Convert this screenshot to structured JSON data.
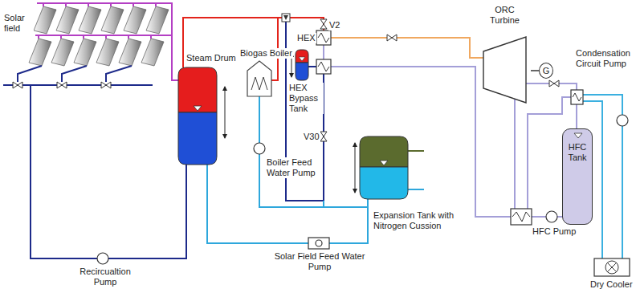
{
  "diagram": {
    "nodes": [
      {
        "text": [
          "ORC Turbine"
        ]
      },
      {
        "text": [
          "G"
        ]
      },
      {
        "text": [
          "HFC Tank"
        ]
      }
    ],
    "edges": [
      {
        "from": 0,
        "to": 1,
        "arrow": "none"
      }
    ],
    "labels": [
      "Solar field",
      "Steam Drum",
      "Biogas Boiler",
      "Boiler Feed Water Pump",
      "V2",
      "HEX",
      "HEX Bypass Tank",
      "V30",
      "Condensation Circuit Pump",
      "HFC Pump",
      "Expansion Tank with Nitrogen Cussion",
      "Recircualtion Pump",
      "Solar Field Feed Water Pump",
      "Dry Cooler"
    ]
  }
}
